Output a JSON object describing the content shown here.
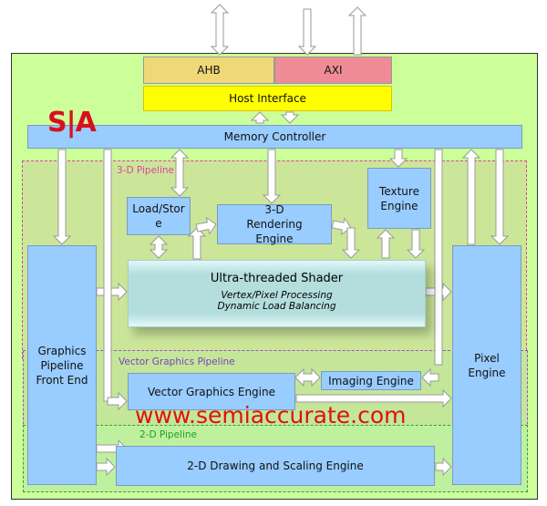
{
  "logo": "S|A",
  "watermark": "www.semiaccurate.com",
  "blocks": {
    "ahb": "AHB",
    "axi": "AXI",
    "host": "Host Interface",
    "memory": "Memory Controller",
    "loadstore": "Load/Stor e",
    "rendering": "3-D Rendering Engine",
    "texture": "Texture Engine",
    "shader_title": "Ultra-threaded Shader",
    "shader_sub1": "Vertex/Pixel Processing",
    "shader_sub2": "Dynamic Load Balancing",
    "frontend": "Graphics Pipeline Front End",
    "pixel": "Pixel Engine",
    "vector": "Vector Graphics Engine",
    "imaging": "Imaging Engine",
    "drawing": "2-D Drawing and Scaling Engine"
  },
  "regions": {
    "pipe3d": "3-D Pipeline",
    "vector": "Vector Graphics Pipeline",
    "pipe2d": "2-D Pipeline"
  },
  "colors": {
    "outer": "#ccff99",
    "region": "#cce699",
    "ahb": "#f0d878",
    "axi": "#f08c96",
    "host": "#ffff00",
    "block": "#99ccff",
    "watermark": "#e01010"
  }
}
